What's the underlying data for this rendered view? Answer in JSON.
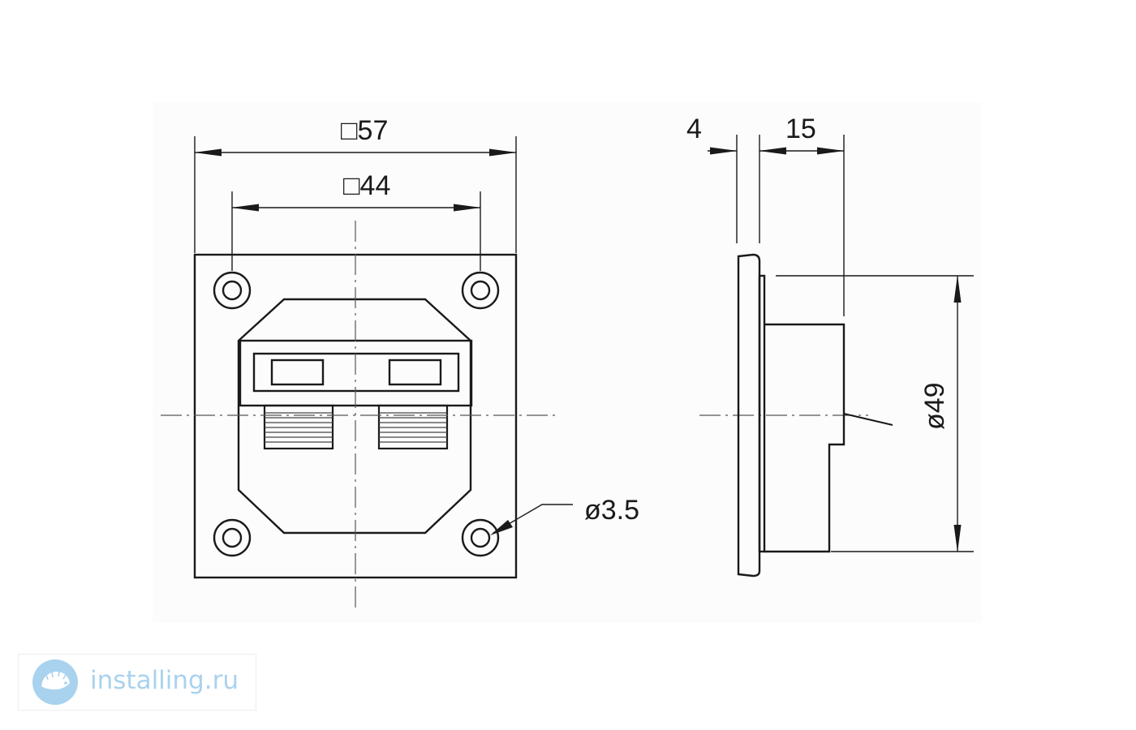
{
  "dimensions": {
    "overall_width": "□57",
    "hole_spacing": "□44",
    "flange_thickness": "4",
    "body_depth": "15",
    "body_diameter": "ø49",
    "hole_diameter": "ø3.5"
  },
  "watermark": {
    "text": "installing.ru",
    "icon": "hedgehog-logo-icon",
    "color": "#a9d2ee"
  },
  "colors": {
    "line": "#1a1a1a",
    "center_line": "#555555",
    "sheet": "#fcfcfc"
  }
}
